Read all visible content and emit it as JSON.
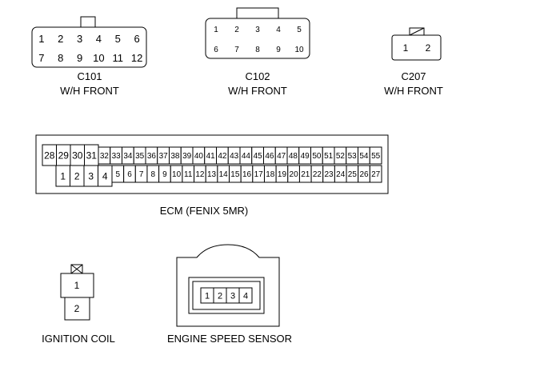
{
  "connectors": {
    "c101": {
      "id": "C101",
      "location": "W/H FRONT",
      "row1": [
        "1",
        "2",
        "3",
        "4",
        "5",
        "6"
      ],
      "row2": [
        "7",
        "8",
        "9",
        "10",
        "11",
        "12"
      ]
    },
    "c102": {
      "id": "C102",
      "location": "W/H FRONT",
      "row1": [
        "1",
        "2",
        "3",
        "4",
        "5"
      ],
      "row2": [
        "6",
        "7",
        "8",
        "9",
        "10"
      ]
    },
    "c207": {
      "id": "C207",
      "location": "W/H FRONT",
      "pins": [
        "1",
        "2"
      ]
    },
    "ecm": {
      "label": "ECM (FENIX 5MR)",
      "top_big": [
        "28",
        "29",
        "30",
        "31"
      ],
      "top_small": [
        "32",
        "33",
        "34",
        "35",
        "36",
        "37",
        "38",
        "39",
        "40",
        "41",
        "42",
        "43",
        "44",
        "45",
        "46",
        "47",
        "48",
        "49",
        "50",
        "51",
        "52",
        "53",
        "54",
        "55"
      ],
      "bottom_big": [
        "1",
        "2",
        "3",
        "4"
      ],
      "bottom_small": [
        "5",
        "6",
        "7",
        "8",
        "9",
        "10",
        "11",
        "12",
        "13",
        "14",
        "15",
        "16",
        "17",
        "18",
        "19",
        "20",
        "21",
        "22",
        "23",
        "24",
        "25",
        "26",
        "27"
      ]
    },
    "ignition_coil": {
      "label": "IGNITION COIL",
      "pins": [
        "1",
        "2"
      ]
    },
    "engine_speed_sensor": {
      "label": "ENGINE SPEED SENSOR",
      "pins": [
        "1",
        "2",
        "3",
        "4"
      ]
    }
  }
}
